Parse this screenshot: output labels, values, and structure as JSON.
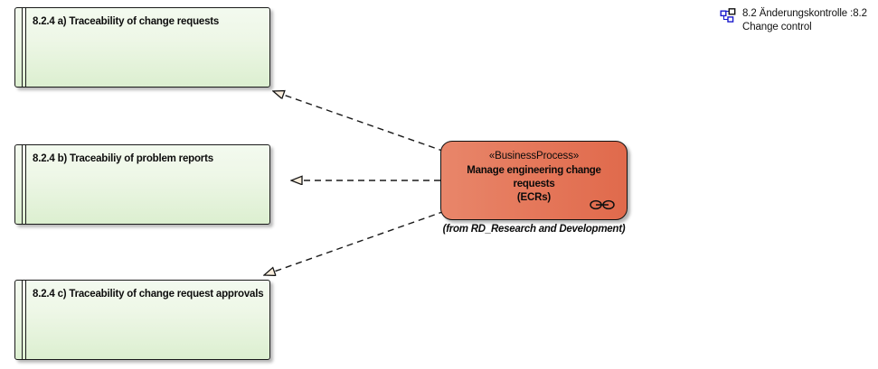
{
  "diagram": {
    "type": "uml-realization-diagram",
    "background": "#ffffff",
    "colors": {
      "requirement_fill_top": "#f3faef",
      "requirement_fill_bottom": "#dcefd0",
      "requirement_border": "#1a1a1a",
      "process_fill_left": "#e8866a",
      "process_fill_right": "#e06a4c",
      "process_border": "#101010",
      "connector": "#1a1a1a",
      "arrowhead_fill": "#faeedd",
      "icon_blue": "#1919cc",
      "shadow": "rgba(0,0,0,0.28)"
    }
  },
  "requirements": [
    {
      "label": "8.2.4 a) Traceability of change requests"
    },
    {
      "label": "8.2.4 b) Traceabiliy of problem reports"
    },
    {
      "label": "8.2.4 c) Traceability of change request approvals"
    }
  ],
  "process": {
    "stereotype": "«BusinessProcess»",
    "name_line1": "Manage engineering change requests",
    "name_line2": "(ECRs)",
    "from": "(from RD_Research and Development)",
    "marker_icon": "process-marker-icon"
  },
  "diagram_reference": {
    "icon": "diagram-tree-icon",
    "line1": "8.2 Änderungskontrolle :8.2",
    "line2": "Change control"
  },
  "connectors": [
    {
      "name": "realization-to-requirement-a",
      "style": "dashed",
      "arrow": "hollow-triangle"
    },
    {
      "name": "realization-to-requirement-b",
      "style": "dashed",
      "arrow": "hollow-triangle"
    },
    {
      "name": "realization-to-requirement-c",
      "style": "dashed",
      "arrow": "hollow-triangle"
    }
  ]
}
